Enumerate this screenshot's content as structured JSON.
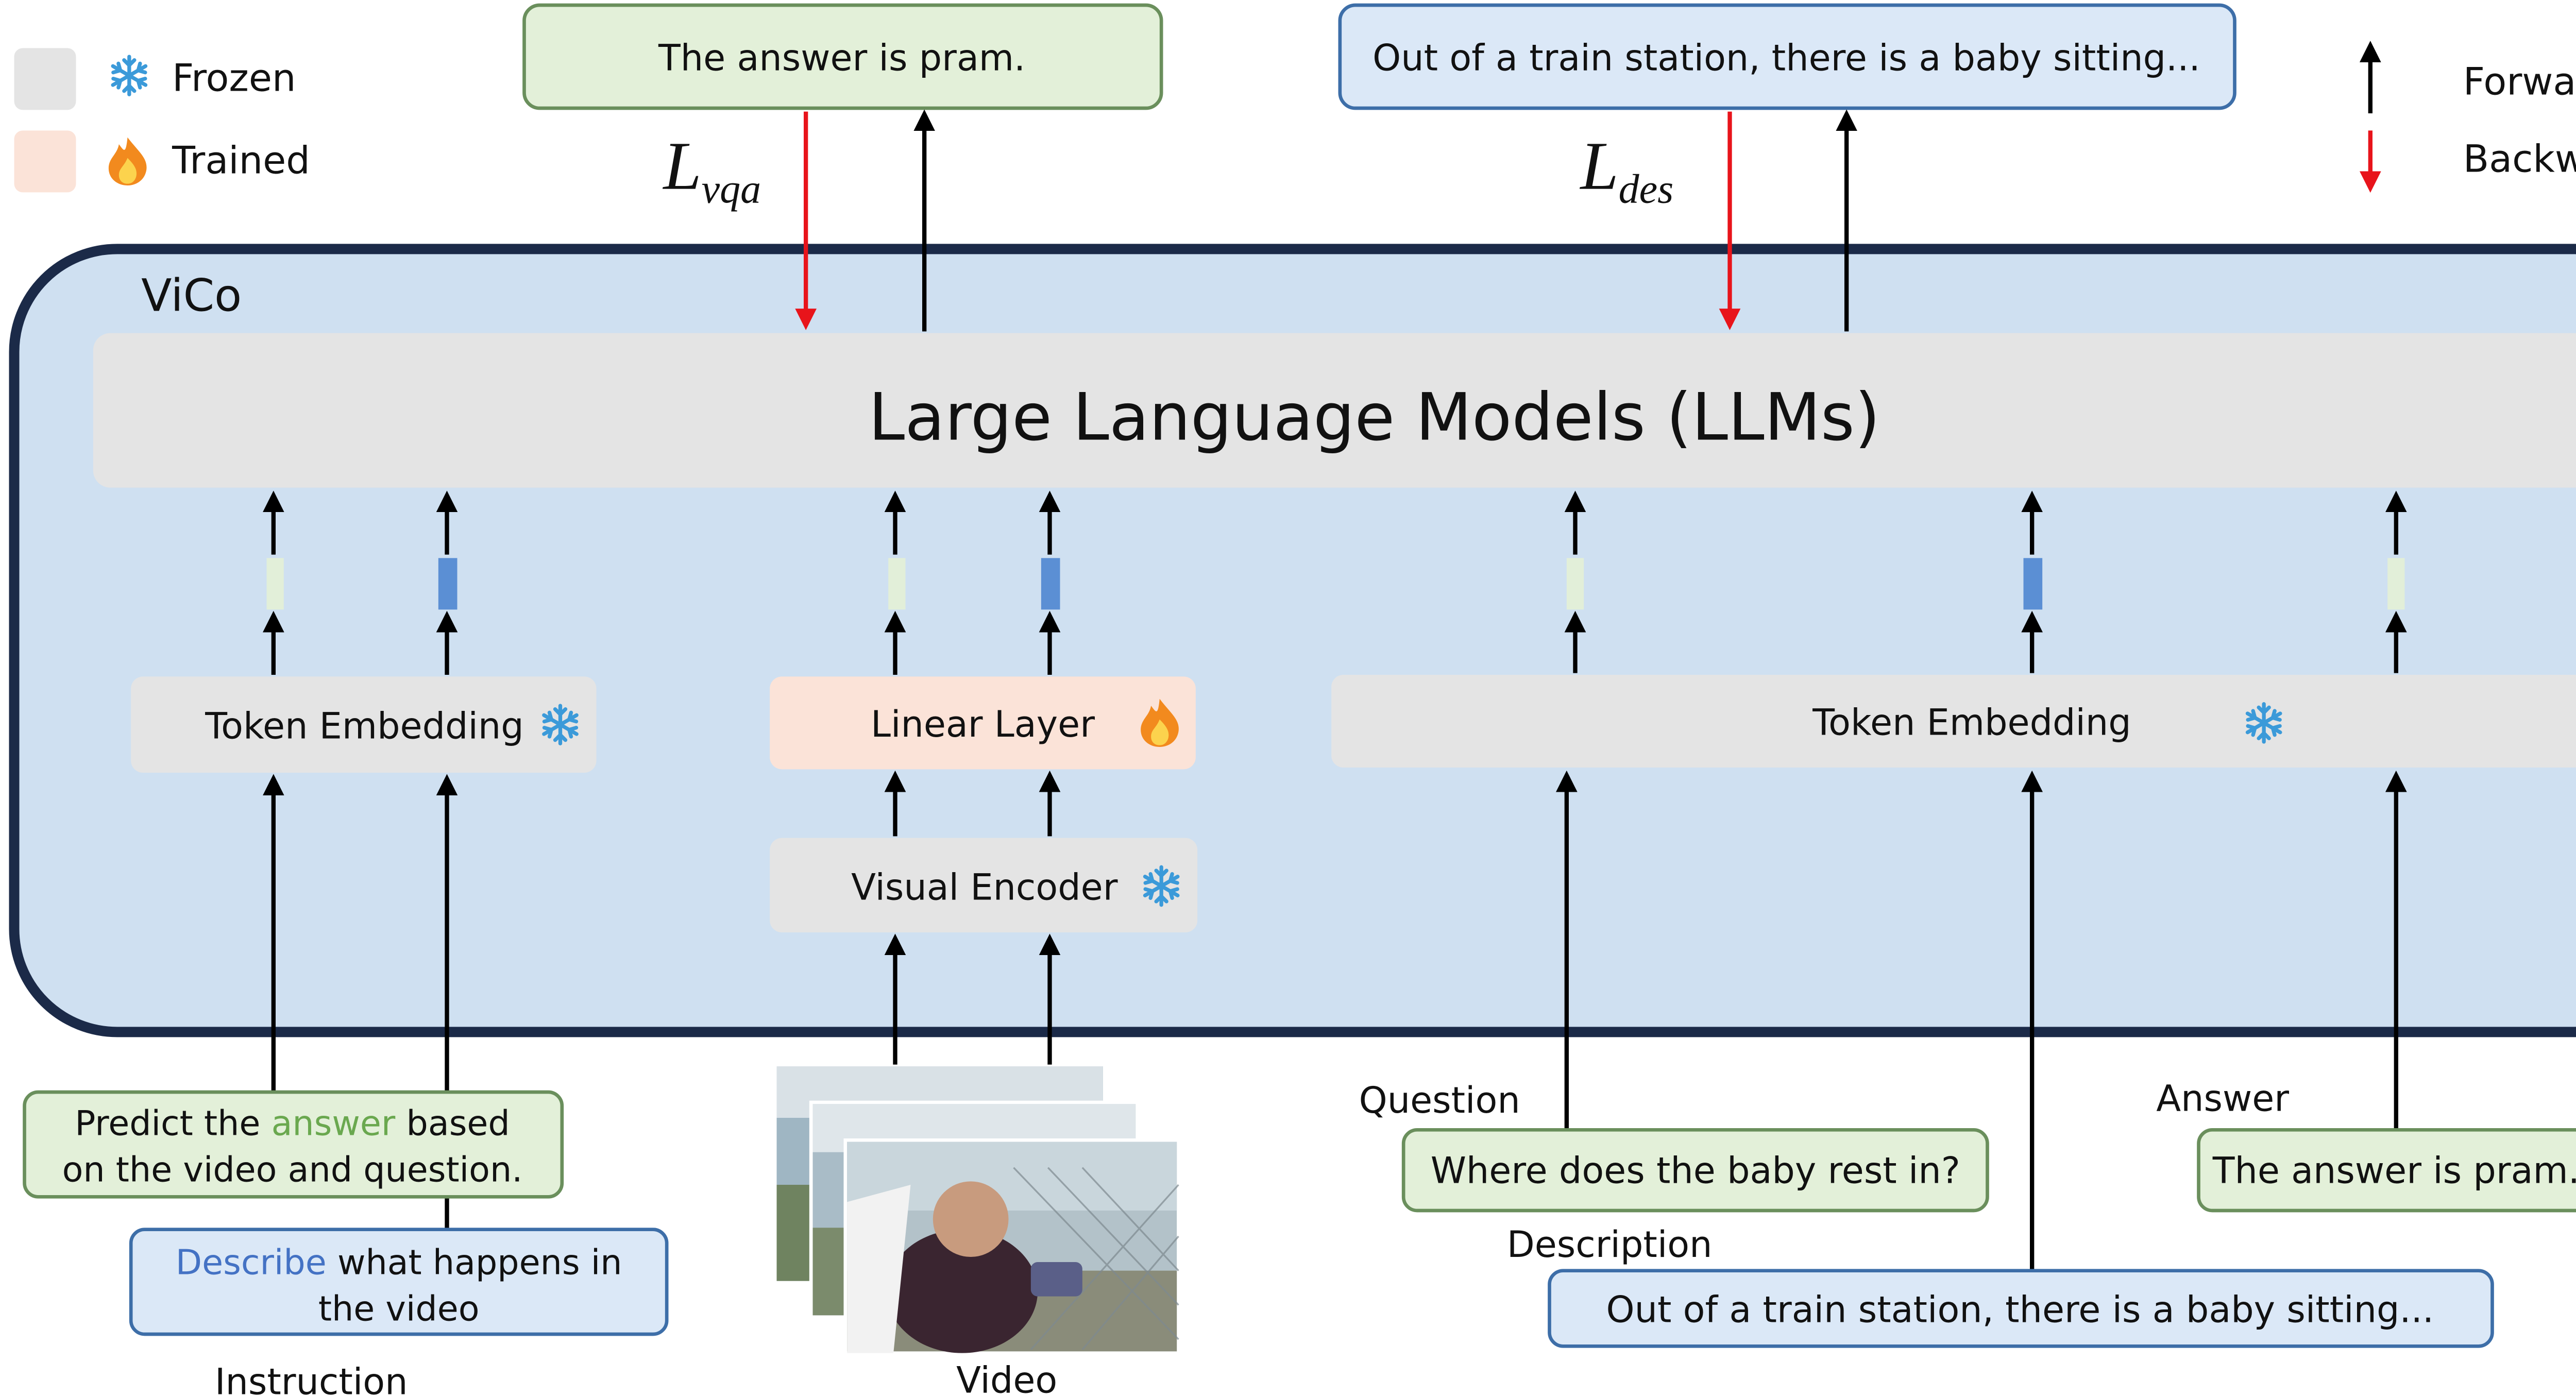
{
  "legend": {
    "frozen_label": "Frozen",
    "trained_label": "Trained",
    "forward_label": "Forward",
    "backward_label": "Backward",
    "frozen_icon": "snowflake-icon",
    "trained_icon": "fire-icon",
    "frozen_color": "#e4e4e4",
    "trained_color": "#fbe3d8"
  },
  "outputs": {
    "vqa_text": "The answer is pram.",
    "des_text": "Out of a train station, there is a baby sitting...",
    "vqa_loss_main": "L",
    "vqa_loss_sub": "vqa",
    "des_loss_main": "L",
    "des_loss_sub": "des"
  },
  "model": {
    "name": "ViCo",
    "llm_label": "Large Language Models (LLMs)",
    "token_embedding_left": "Token Embedding",
    "linear_layer": "Linear Layer",
    "visual_encoder": "Visual Encoder",
    "token_embedding_right": "Token Embedding"
  },
  "inputs": {
    "instruction_vqa_pre": "Predict the ",
    "instruction_vqa_keyword": "answer",
    "instruction_vqa_post": " based",
    "instruction_vqa_line2": "on the video and question.",
    "instruction_des_keyword": "Describe",
    "instruction_des_post": " what happens in",
    "instruction_des_line2": "the video",
    "instruction_caption": "Instruction",
    "video_caption": "Video",
    "question_caption": "Question",
    "question_text": "Where does the baby rest in?",
    "answer_caption": "Answer",
    "answer_text": "The answer is pram.",
    "description_caption": "Description",
    "description_text": "Out of a train station, there is a baby sitting..."
  },
  "colors": {
    "vico_fill": "#cfe0f1",
    "vico_border": "#1b2a48",
    "green_box_fill": "#e3f0d9",
    "green_box_border": "#6a8f5c",
    "blue_box_fill": "#dbe8f7",
    "blue_box_border": "#3d6ea8",
    "forward_arrow": "#000000",
    "backward_arrow": "#e8141b",
    "green_keyword": "#6aa84f",
    "blue_keyword": "#4472c4",
    "token_light": "#e2efd9",
    "token_blue": "#5b8fd4"
  }
}
